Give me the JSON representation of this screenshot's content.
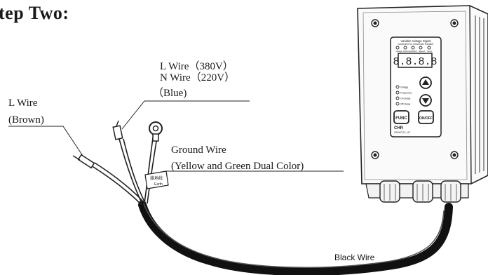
{
  "heading": "tep Two:",
  "labels": {
    "l_wire_line": "L Wire",
    "brown": "(Brown)",
    "l_wire_380": "L Wire（380V）",
    "n_wire_220": "N Wire（220V）",
    "blue": "（Blue)",
    "ground_wire": "Ground Wire",
    "yellow_green": "(Yellow and Green Dual Color)",
    "black_wire": "Black Wire",
    "earth_tag_cn": "接地线",
    "earth_tag_en": "Earth"
  },
  "controller": {
    "header_line1": "Variable Voltage Digital",
    "header_line2": "Controller for Universal Transfer",
    "indicators": [
      "Voltage",
      "Kw/Amp",
      "Switch",
      "Speed",
      "Temp"
    ],
    "display": "8.8.8.8",
    "modes": [
      "Voltage",
      "Frequency",
      "On-Delay",
      "Off-Delay"
    ],
    "func_button": "FUNC",
    "onoff_button": "ON/OFF",
    "brand": "CHR",
    "model": "220VC21-LP"
  }
}
